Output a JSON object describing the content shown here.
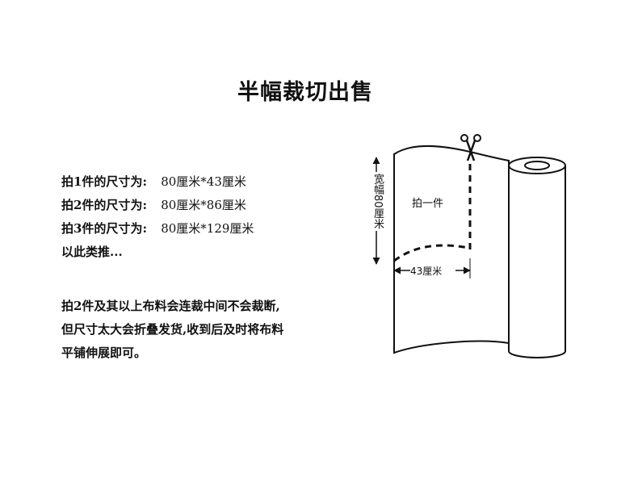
{
  "title": "半幅裁切出售",
  "specs": [
    {
      "label": "拍1件的尺寸为:",
      "value": "80厘米*43厘米"
    },
    {
      "label": "拍2件的尺寸为:",
      "value": "80厘米*86厘米"
    },
    {
      "label": "拍3件的尺寸为:",
      "value": "80厘米*129厘米"
    }
  ],
  "etc": "以此类推...",
  "note_lines": [
    "拍2件及其以上布料会连裁中间不会裁断,",
    "但尺寸太大会折叠发货,收到后及时将布料",
    "平铺伸展即可。"
  ],
  "diagram": {
    "height_label": "宽幅80厘米",
    "width_label": "43厘米",
    "piece_label": "拍一件",
    "scissors_icon": "scissors-icon"
  }
}
